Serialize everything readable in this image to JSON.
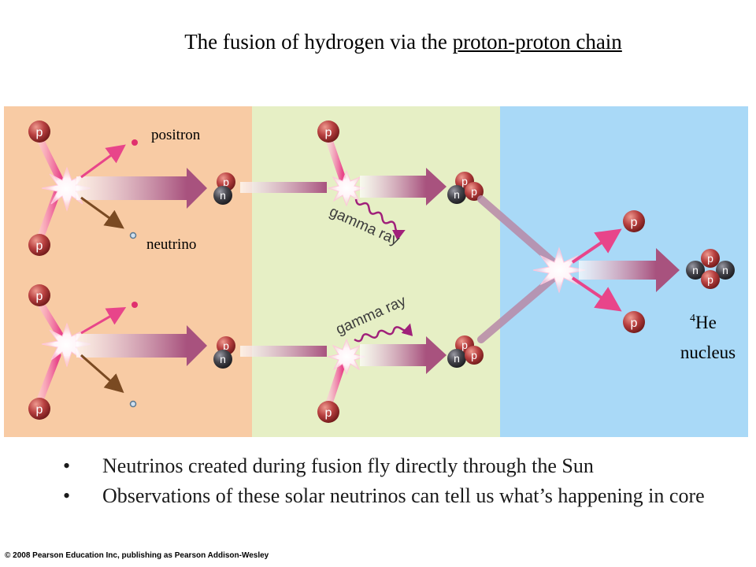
{
  "title": {
    "prefix": "The fusion of hydrogen via the ",
    "emphasis": "proton-proton chain"
  },
  "diagram": {
    "labels": {
      "positron": "positron",
      "neutrino": "neutrino",
      "gamma_top": "gamma ray",
      "gamma_bottom": "gamma ray",
      "he_superscript": "4",
      "he_symbol": "He",
      "he_nucleus": "nucleus"
    },
    "particles": {
      "proton": "p",
      "neutron": "n"
    },
    "colors": {
      "stage1": "#f8cba4",
      "stage2": "#e6efc5",
      "stage3": "#a9d9f7",
      "proton": "#b43c3c",
      "neutron": "#3e3e44",
      "arrow": "#b05a86",
      "positron": "#e0306e",
      "neutrino": "#8a5a2c",
      "gamma": "#a0207a"
    }
  },
  "bullets": {
    "symbol": "•",
    "items": [
      "Neutrinos created during fusion fly directly through the Sun",
      "Observations of these solar neutrinos can tell us what’s happening in core"
    ]
  },
  "footer": {
    "copyright": "© 2008 Pearson Education Inc, publishing as Pearson Addison-Wesley"
  }
}
